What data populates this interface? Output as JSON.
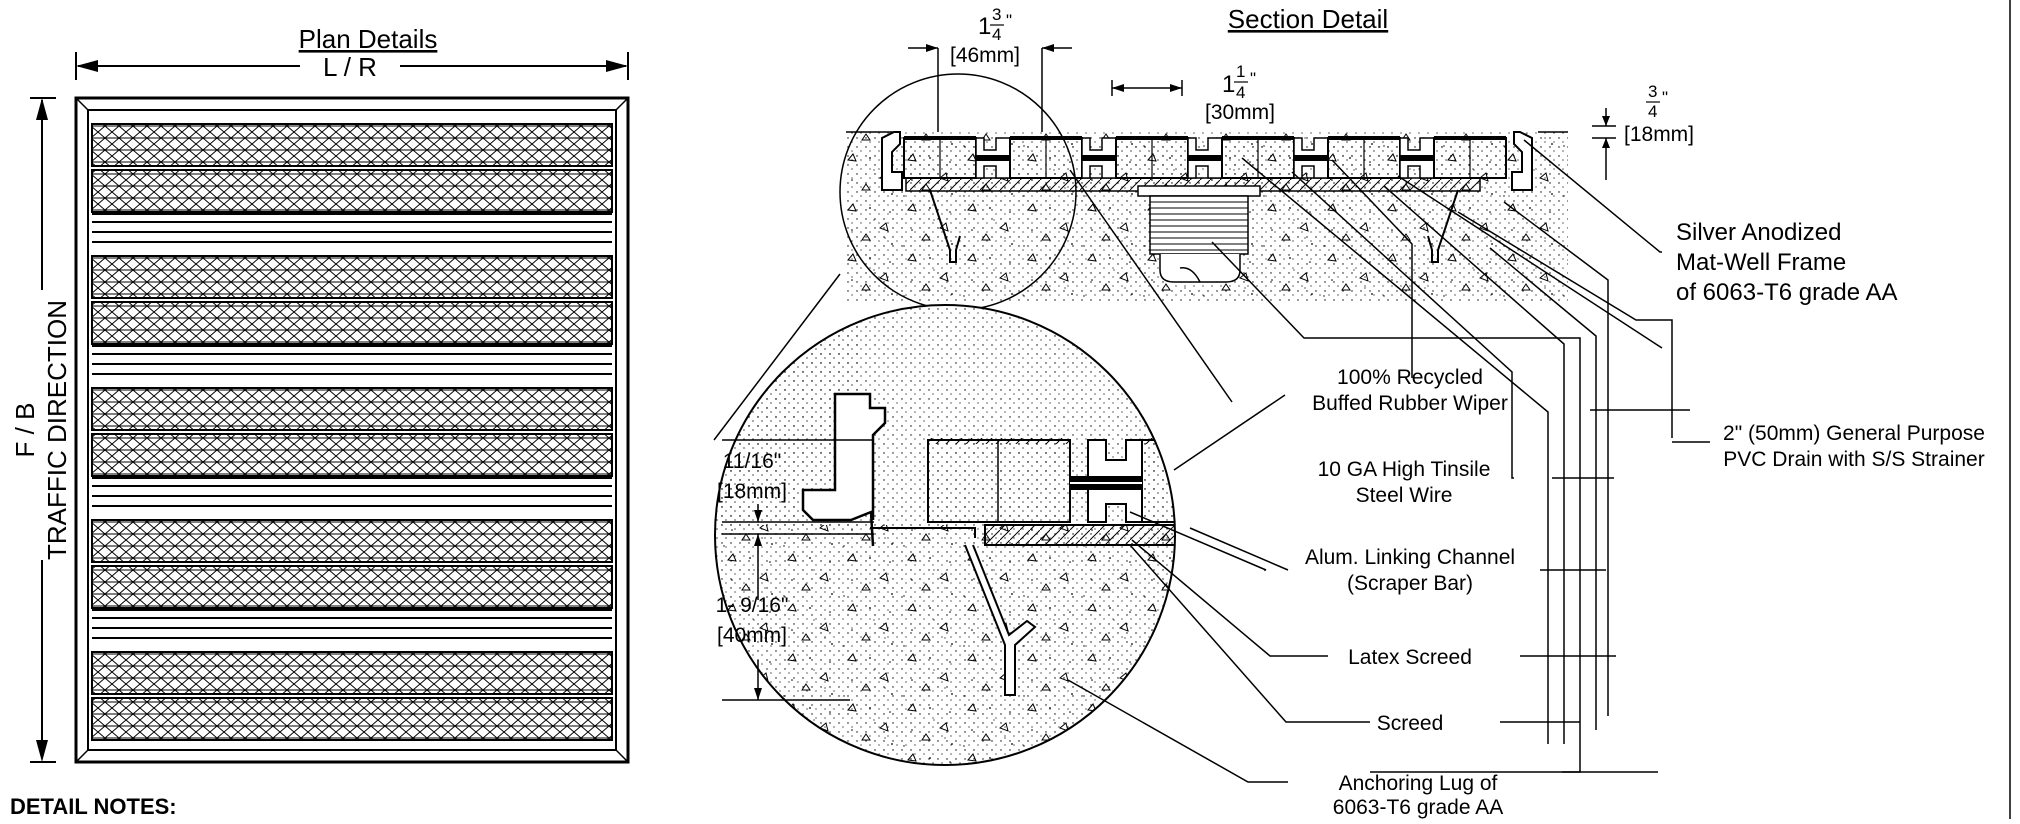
{
  "plan": {
    "title": "Plan Details",
    "width_label": "L / R",
    "depth_label": "F / B",
    "traffic_label": "TRAFFIC DIRECTION"
  },
  "notes_heading": "DETAIL NOTES:",
  "section": {
    "title": "Section Detail",
    "dim_top_whole": "1",
    "dim_top_num": "3",
    "dim_top_den": "4",
    "dim_top_quote": "\"",
    "dim_top_mm": "[46mm]",
    "dim_mid_whole": "1",
    "dim_mid_num": "1",
    "dim_mid_den": "4",
    "dim_mid_quote": "\"",
    "dim_mid_mm": "[30mm]",
    "dim_right_num": "3",
    "dim_right_den": "4",
    "dim_right_quote": "\"",
    "dim_right_mm": "[18mm]"
  },
  "detail": {
    "dim_a_in": "11/16\"",
    "dim_a_mm": "[18mm]",
    "dim_b_in": "1- 9/16\"",
    "dim_b_mm": "[40mm]"
  },
  "callouts": {
    "frame_1": "Silver Anodized",
    "frame_2": "Mat-Well Frame",
    "frame_3": "of 6063-T6 grade AA",
    "wiper_1": "100% Recycled",
    "wiper_2": "Buffed Rubber Wiper",
    "wire_1": "10 GA High Tinsile",
    "wire_2": "Steel Wire",
    "channel_1": "Alum. Linking Channel",
    "channel_2": "(Scraper Bar)",
    "latex": "Latex Screed",
    "screed": "Screed",
    "lug_1": "Anchoring Lug of",
    "lug_2": "6063-T6 grade AA",
    "drain_1": "2\" (50mm) General Purpose",
    "drain_2": "PVC Drain with S/S Strainer"
  }
}
